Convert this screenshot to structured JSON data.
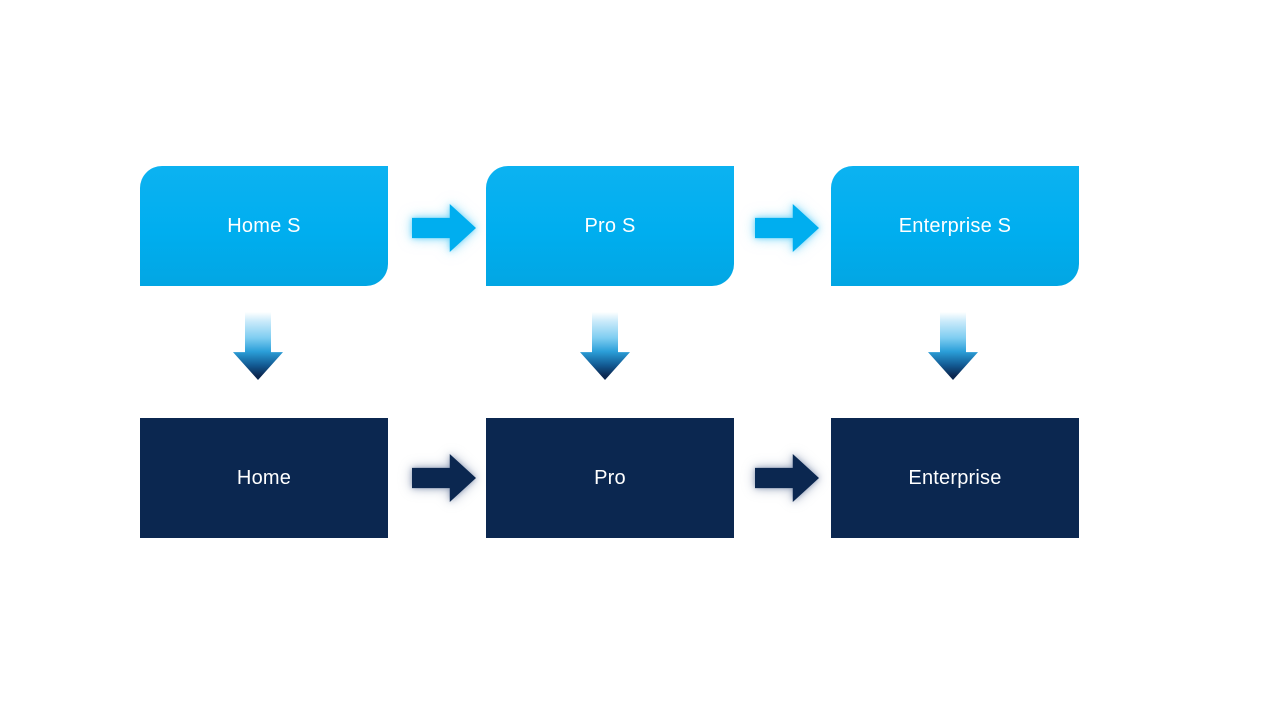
{
  "diagram": {
    "type": "process-flow",
    "columns": [
      {
        "id": "home",
        "top_label": "Home S",
        "bottom_label": "Home"
      },
      {
        "id": "pro",
        "top_label": "Pro S",
        "bottom_label": "Pro"
      },
      {
        "id": "enterprise",
        "top_label": "Enterprise S",
        "bottom_label": "Enterprise"
      }
    ],
    "connectors": {
      "top_row": "right-arrow",
      "bottom_row": "right-arrow",
      "between_rows": "down-arrow-gradient"
    },
    "colors": {
      "top_box": "#00AEEF",
      "bottom_box": "#0B2750",
      "label_text": "#FFFFFF",
      "background": "#FFFFFF",
      "down_arrow_gradient_start": "#FFFFFF",
      "down_arrow_gradient_mid": "#7FCDF1",
      "down_arrow_gradient_end": "#0B2750"
    }
  }
}
